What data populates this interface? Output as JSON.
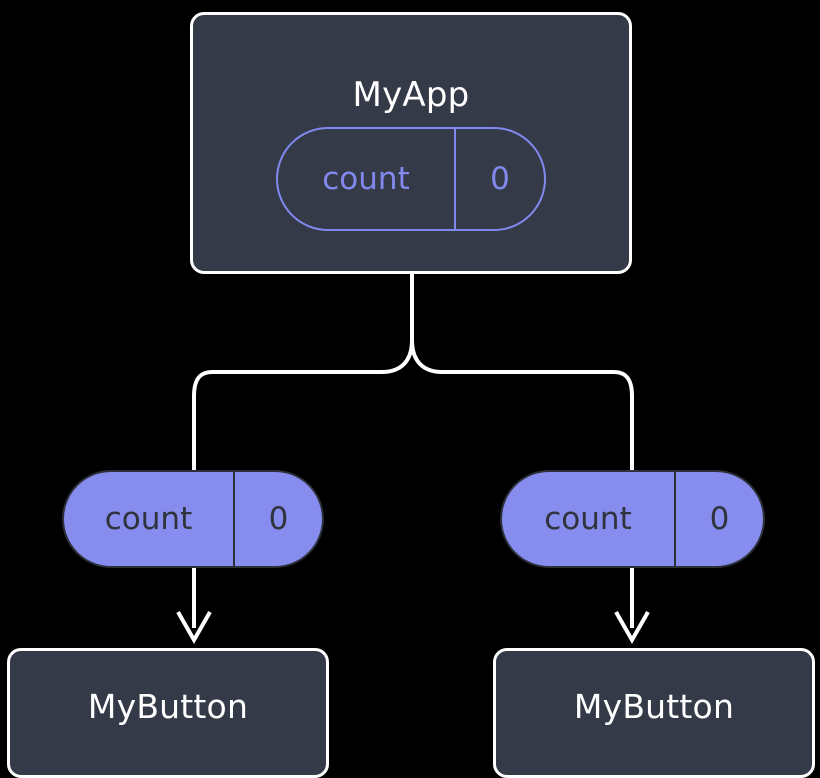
{
  "diagram": {
    "title": "MyApp",
    "background_color": "#000000",
    "node_fill": "#343a47",
    "node_border": "#ffffff",
    "accent_color": "#868dee",
    "accent_outline": "#8289ee",
    "edge_color": "#ffffff",
    "root": {
      "label": "MyApp",
      "state": {
        "name": "count",
        "value": "0",
        "style": "outlined"
      }
    },
    "children": [
      {
        "state": {
          "name": "count",
          "value": "0",
          "style": "filled"
        },
        "component": {
          "label": "MyButton"
        }
      },
      {
        "state": {
          "name": "count",
          "value": "0",
          "style": "filled"
        },
        "component": {
          "label": "MyButton"
        }
      }
    ],
    "edges": {
      "fork_label": "root-to-children-fork",
      "arrow_label": "state-to-component-arrow"
    }
  }
}
